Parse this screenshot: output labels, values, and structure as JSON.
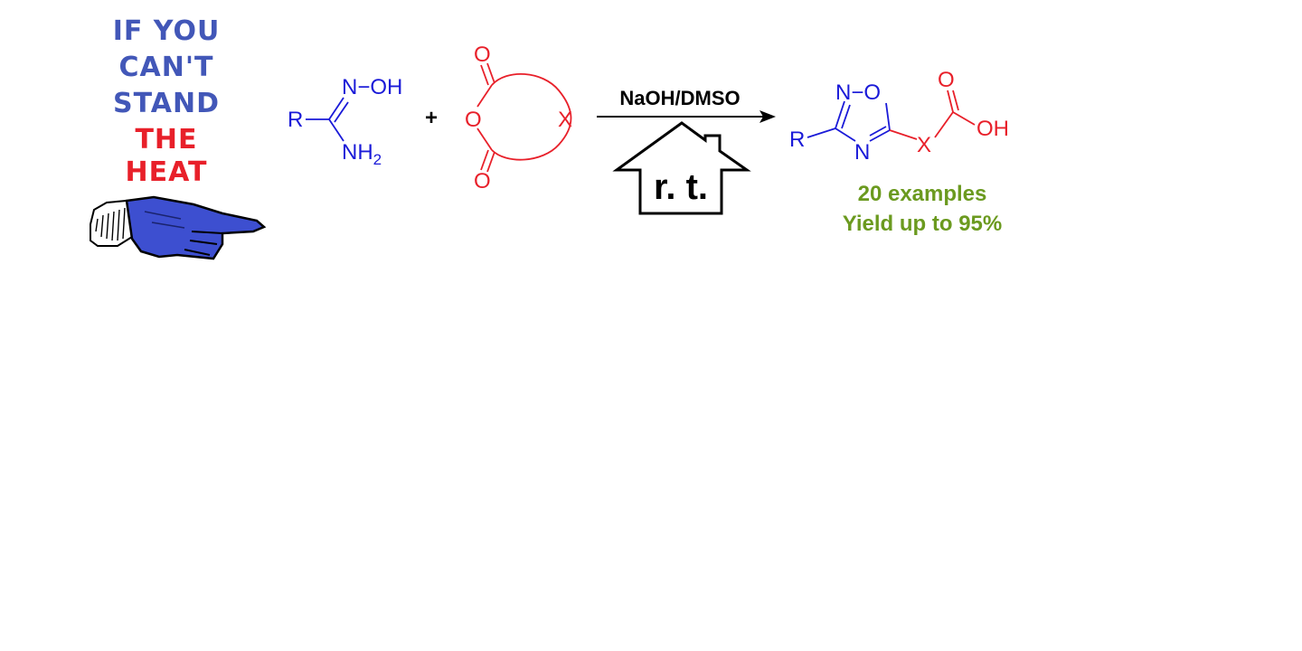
{
  "colors": {
    "slogan_blue": "#4257b8",
    "slogan_red": "#e8202a",
    "reagent_blue": "#1a1ad8",
    "anhydride_red": "#e8202a",
    "summary_green": "#6b9a1f",
    "black": "#000000",
    "hand_blue": "#3d4fd0"
  },
  "slogan": {
    "lines": [
      "IF YOU",
      "CAN'T",
      "STAND",
      "THE",
      "HEAT"
    ],
    "hand_icon": "pointing-hand-icon"
  },
  "amidoxime": {
    "r_group": "R",
    "n_oh": "N−OH",
    "nh2_main": "NH",
    "nh2_sub": "2"
  },
  "plus_sign": "+",
  "anhydride": {
    "o_top": "O",
    "o_ring": "O",
    "o_bottom": "O",
    "x_label": "X"
  },
  "conditions": {
    "reagents": "NaOH/DMSO",
    "temperature": "r. t.",
    "house_icon": "house-icon"
  },
  "product": {
    "r_group": "R",
    "n_o": "N−O",
    "n_ring": "N",
    "x_label": "X",
    "o_carbonyl": "O",
    "oh": "OH"
  },
  "summary": {
    "examples": "20 examples",
    "yield": "Yield up to 95%"
  }
}
